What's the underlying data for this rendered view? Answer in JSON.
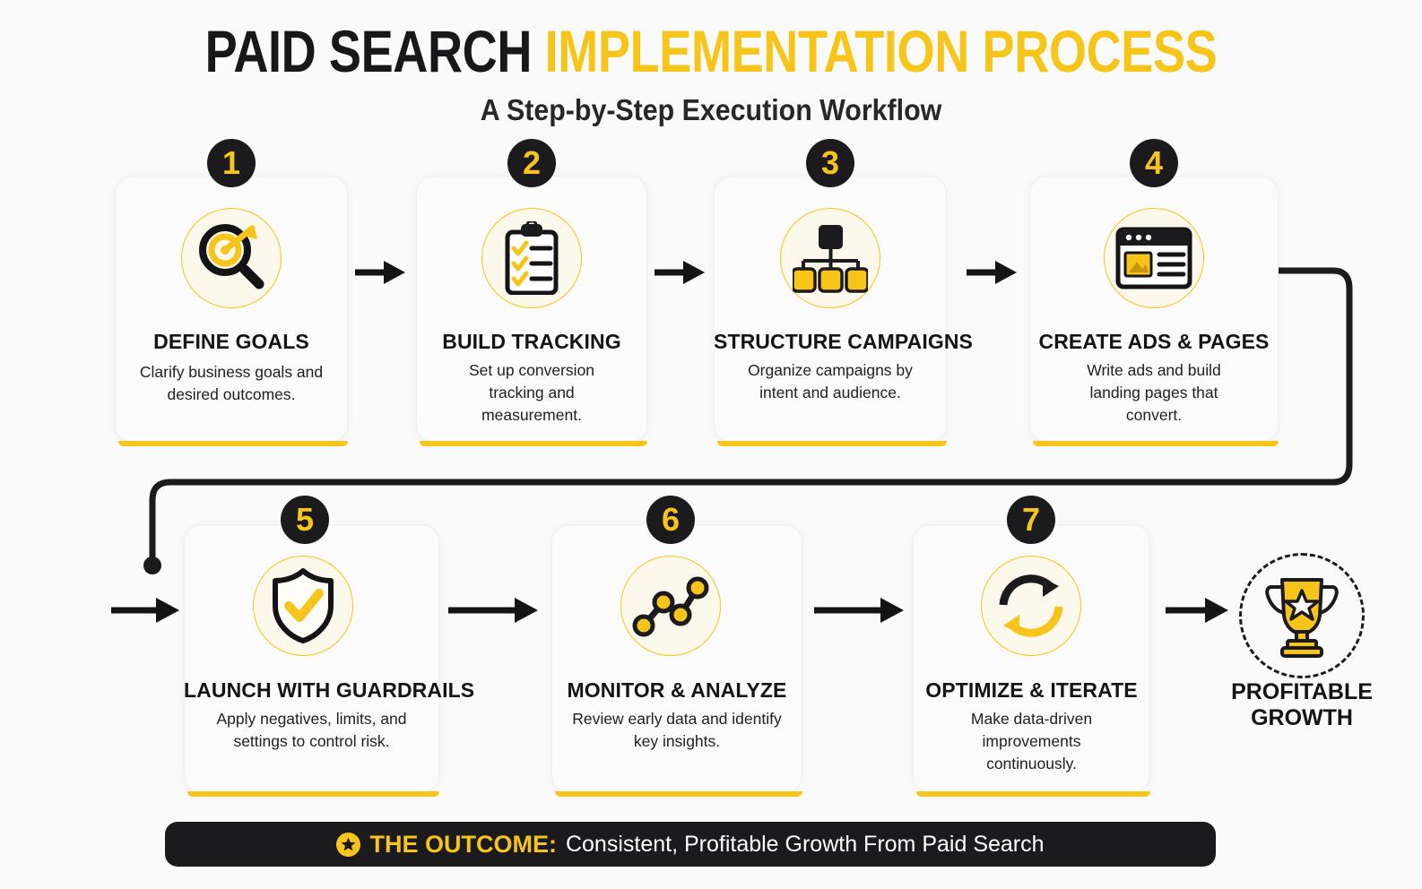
{
  "title": {
    "part_dark": "PAID SEARCH ",
    "part_accent": "IMPLEMENTATION PROCESS"
  },
  "subtitle": "A Step-by-Step Execution Workflow",
  "colors": {
    "accent_yellow": "#F7C519",
    "dark": "#1B1B1D",
    "icon_circle_bg": "#FDF8EC",
    "page_bg": "#FAFAFA",
    "card_bg": "#FBFBFB"
  },
  "steps": [
    {
      "number": "1",
      "title": "DEFINE GOALS",
      "desc": "Clarify business goals and desired outcomes.",
      "icon": "target-magnifier-icon"
    },
    {
      "number": "2",
      "title": "BUILD TRACKING",
      "desc": "Set up conversion tracking and measurement.",
      "icon": "clipboard-checklist-icon"
    },
    {
      "number": "3",
      "title": "STRUCTURE CAMPAIGNS",
      "desc": "Organize campaigns by intent and audience.",
      "icon": "hierarchy-tree-icon"
    },
    {
      "number": "4",
      "title": "CREATE ADS & PAGES",
      "desc": "Write ads and build landing pages that convert.",
      "icon": "browser-window-icon"
    },
    {
      "number": "5",
      "title": "LAUNCH WITH GUARDRAILS",
      "desc": "Apply negatives, limits, and settings to control risk.",
      "icon": "shield-check-icon"
    },
    {
      "number": "6",
      "title": "MONITOR & ANALYZE",
      "desc": "Review early data and identify key insights.",
      "icon": "line-chart-icon"
    },
    {
      "number": "7",
      "title": "OPTIMIZE & ITERATE",
      "desc": "Make data-driven improvements continuously.",
      "icon": "refresh-cycle-icon"
    }
  ],
  "final": {
    "label": "PROFITABLE\nGROWTH",
    "label_line1": "PROFITABLE",
    "label_line2": "GROWTH",
    "icon": "trophy-star-icon"
  },
  "outcome": {
    "icon": "star-badge-icon",
    "label": "THE OUTCOME:",
    "text": "Consistent, Profitable Growth From Paid Search"
  },
  "flow": {
    "arrow_icon": "arrow-right-icon",
    "connector_icon": "elbow-connector-line"
  }
}
